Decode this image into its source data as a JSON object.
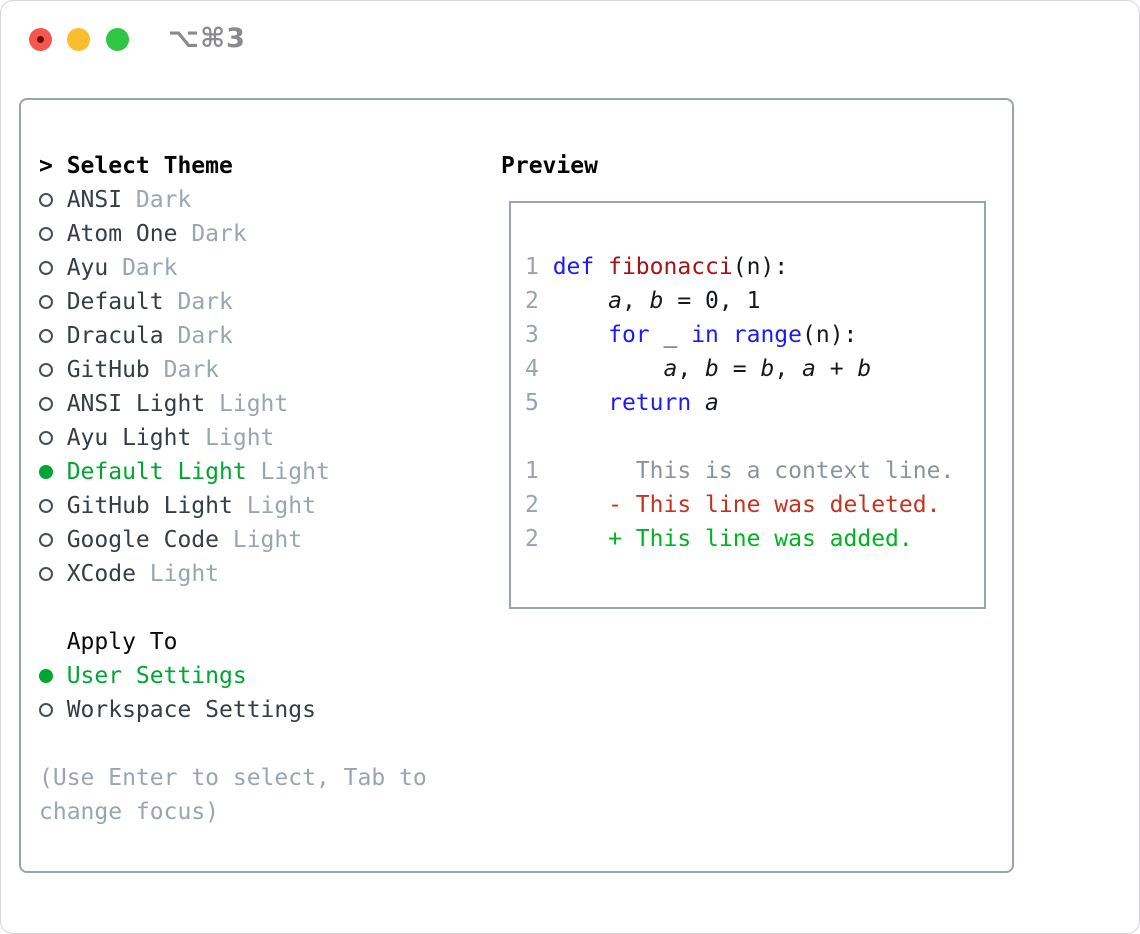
{
  "window": {
    "title": "⌥⌘3",
    "controls": {
      "close": "close-button",
      "minimize": "minimize-button",
      "zoom": "zoom-button"
    }
  },
  "theme_selector": {
    "prompt": ">",
    "title": "Select Theme",
    "items": [
      {
        "name": "ANSI",
        "variant": "Dark",
        "selected": false
      },
      {
        "name": "Atom One",
        "variant": "Dark",
        "selected": false
      },
      {
        "name": "Ayu",
        "variant": "Dark",
        "selected": false
      },
      {
        "name": "Default",
        "variant": "Dark",
        "selected": false
      },
      {
        "name": "Dracula",
        "variant": "Dark",
        "selected": false
      },
      {
        "name": "GitHub",
        "variant": "Dark",
        "selected": false
      },
      {
        "name": "ANSI Light",
        "variant": "Light",
        "selected": false
      },
      {
        "name": "Ayu Light",
        "variant": "Light",
        "selected": false
      },
      {
        "name": "Default Light",
        "variant": "Light",
        "selected": true
      },
      {
        "name": "GitHub Light",
        "variant": "Light",
        "selected": false
      },
      {
        "name": "Google Code",
        "variant": "Light",
        "selected": false
      },
      {
        "name": "XCode",
        "variant": "Light",
        "selected": false
      }
    ]
  },
  "apply_to": {
    "title": "Apply To",
    "options": [
      {
        "label": "User Settings",
        "selected": true
      },
      {
        "label": "Workspace Settings",
        "selected": false
      }
    ]
  },
  "hint": {
    "line1": "(Use Enter to select, Tab to",
    "line2": "change focus)"
  },
  "preview": {
    "title": "Preview",
    "code_lines": [
      {
        "num": "1",
        "segments": [
          {
            "t": "def",
            "c": "kw"
          },
          {
            "t": " ",
            "c": "plain"
          },
          {
            "t": "fibonacci",
            "c": "fn"
          },
          {
            "t": "(n):",
            "c": "plain"
          }
        ]
      },
      {
        "num": "2",
        "segments": [
          {
            "t": "    ",
            "c": "plain"
          },
          {
            "t": "a",
            "c": "var"
          },
          {
            "t": ", ",
            "c": "plain"
          },
          {
            "t": "b",
            "c": "var"
          },
          {
            "t": " = 0, 1",
            "c": "plain"
          }
        ]
      },
      {
        "num": "3",
        "segments": [
          {
            "t": "    ",
            "c": "plain"
          },
          {
            "t": "for",
            "c": "kw"
          },
          {
            "t": " _ ",
            "c": "plain"
          },
          {
            "t": "in",
            "c": "kw"
          },
          {
            "t": " ",
            "c": "plain"
          },
          {
            "t": "range",
            "c": "kw"
          },
          {
            "t": "(n):",
            "c": "plain"
          }
        ]
      },
      {
        "num": "4",
        "segments": [
          {
            "t": "        ",
            "c": "plain"
          },
          {
            "t": "a",
            "c": "var"
          },
          {
            "t": ", ",
            "c": "plain"
          },
          {
            "t": "b",
            "c": "var"
          },
          {
            "t": " = ",
            "c": "plain"
          },
          {
            "t": "b",
            "c": "var"
          },
          {
            "t": ", ",
            "c": "plain"
          },
          {
            "t": "a",
            "c": "var"
          },
          {
            "t": " + ",
            "c": "plain"
          },
          {
            "t": "b",
            "c": "var"
          }
        ]
      },
      {
        "num": "5",
        "segments": [
          {
            "t": "    ",
            "c": "plain"
          },
          {
            "t": "return",
            "c": "kw"
          },
          {
            "t": " ",
            "c": "plain"
          },
          {
            "t": "a",
            "c": "var"
          }
        ]
      },
      {
        "num": "",
        "segments": []
      },
      {
        "num": "1",
        "segments": [
          {
            "t": "      This is a context line.",
            "c": "ctx"
          }
        ]
      },
      {
        "num": "2",
        "segments": [
          {
            "t": "    - This line was deleted.",
            "c": "del"
          }
        ]
      },
      {
        "num": "2",
        "segments": [
          {
            "t": "    + This line was added.",
            "c": "add"
          }
        ]
      }
    ]
  },
  "colors": {
    "green_accent": "#00a532",
    "added_green": "#00b321",
    "deleted_red": "#c5331f",
    "keyword_blue": "#1b1bfa",
    "function_red": "#a31515",
    "context_gray": "#8b949d",
    "line_number_gray": "#97a3b2",
    "muted_gray": "#9aa5b3",
    "item_dark": "#363d46",
    "border_gray": "#9aa3af",
    "window_title_gray": "#8a8a8e"
  }
}
